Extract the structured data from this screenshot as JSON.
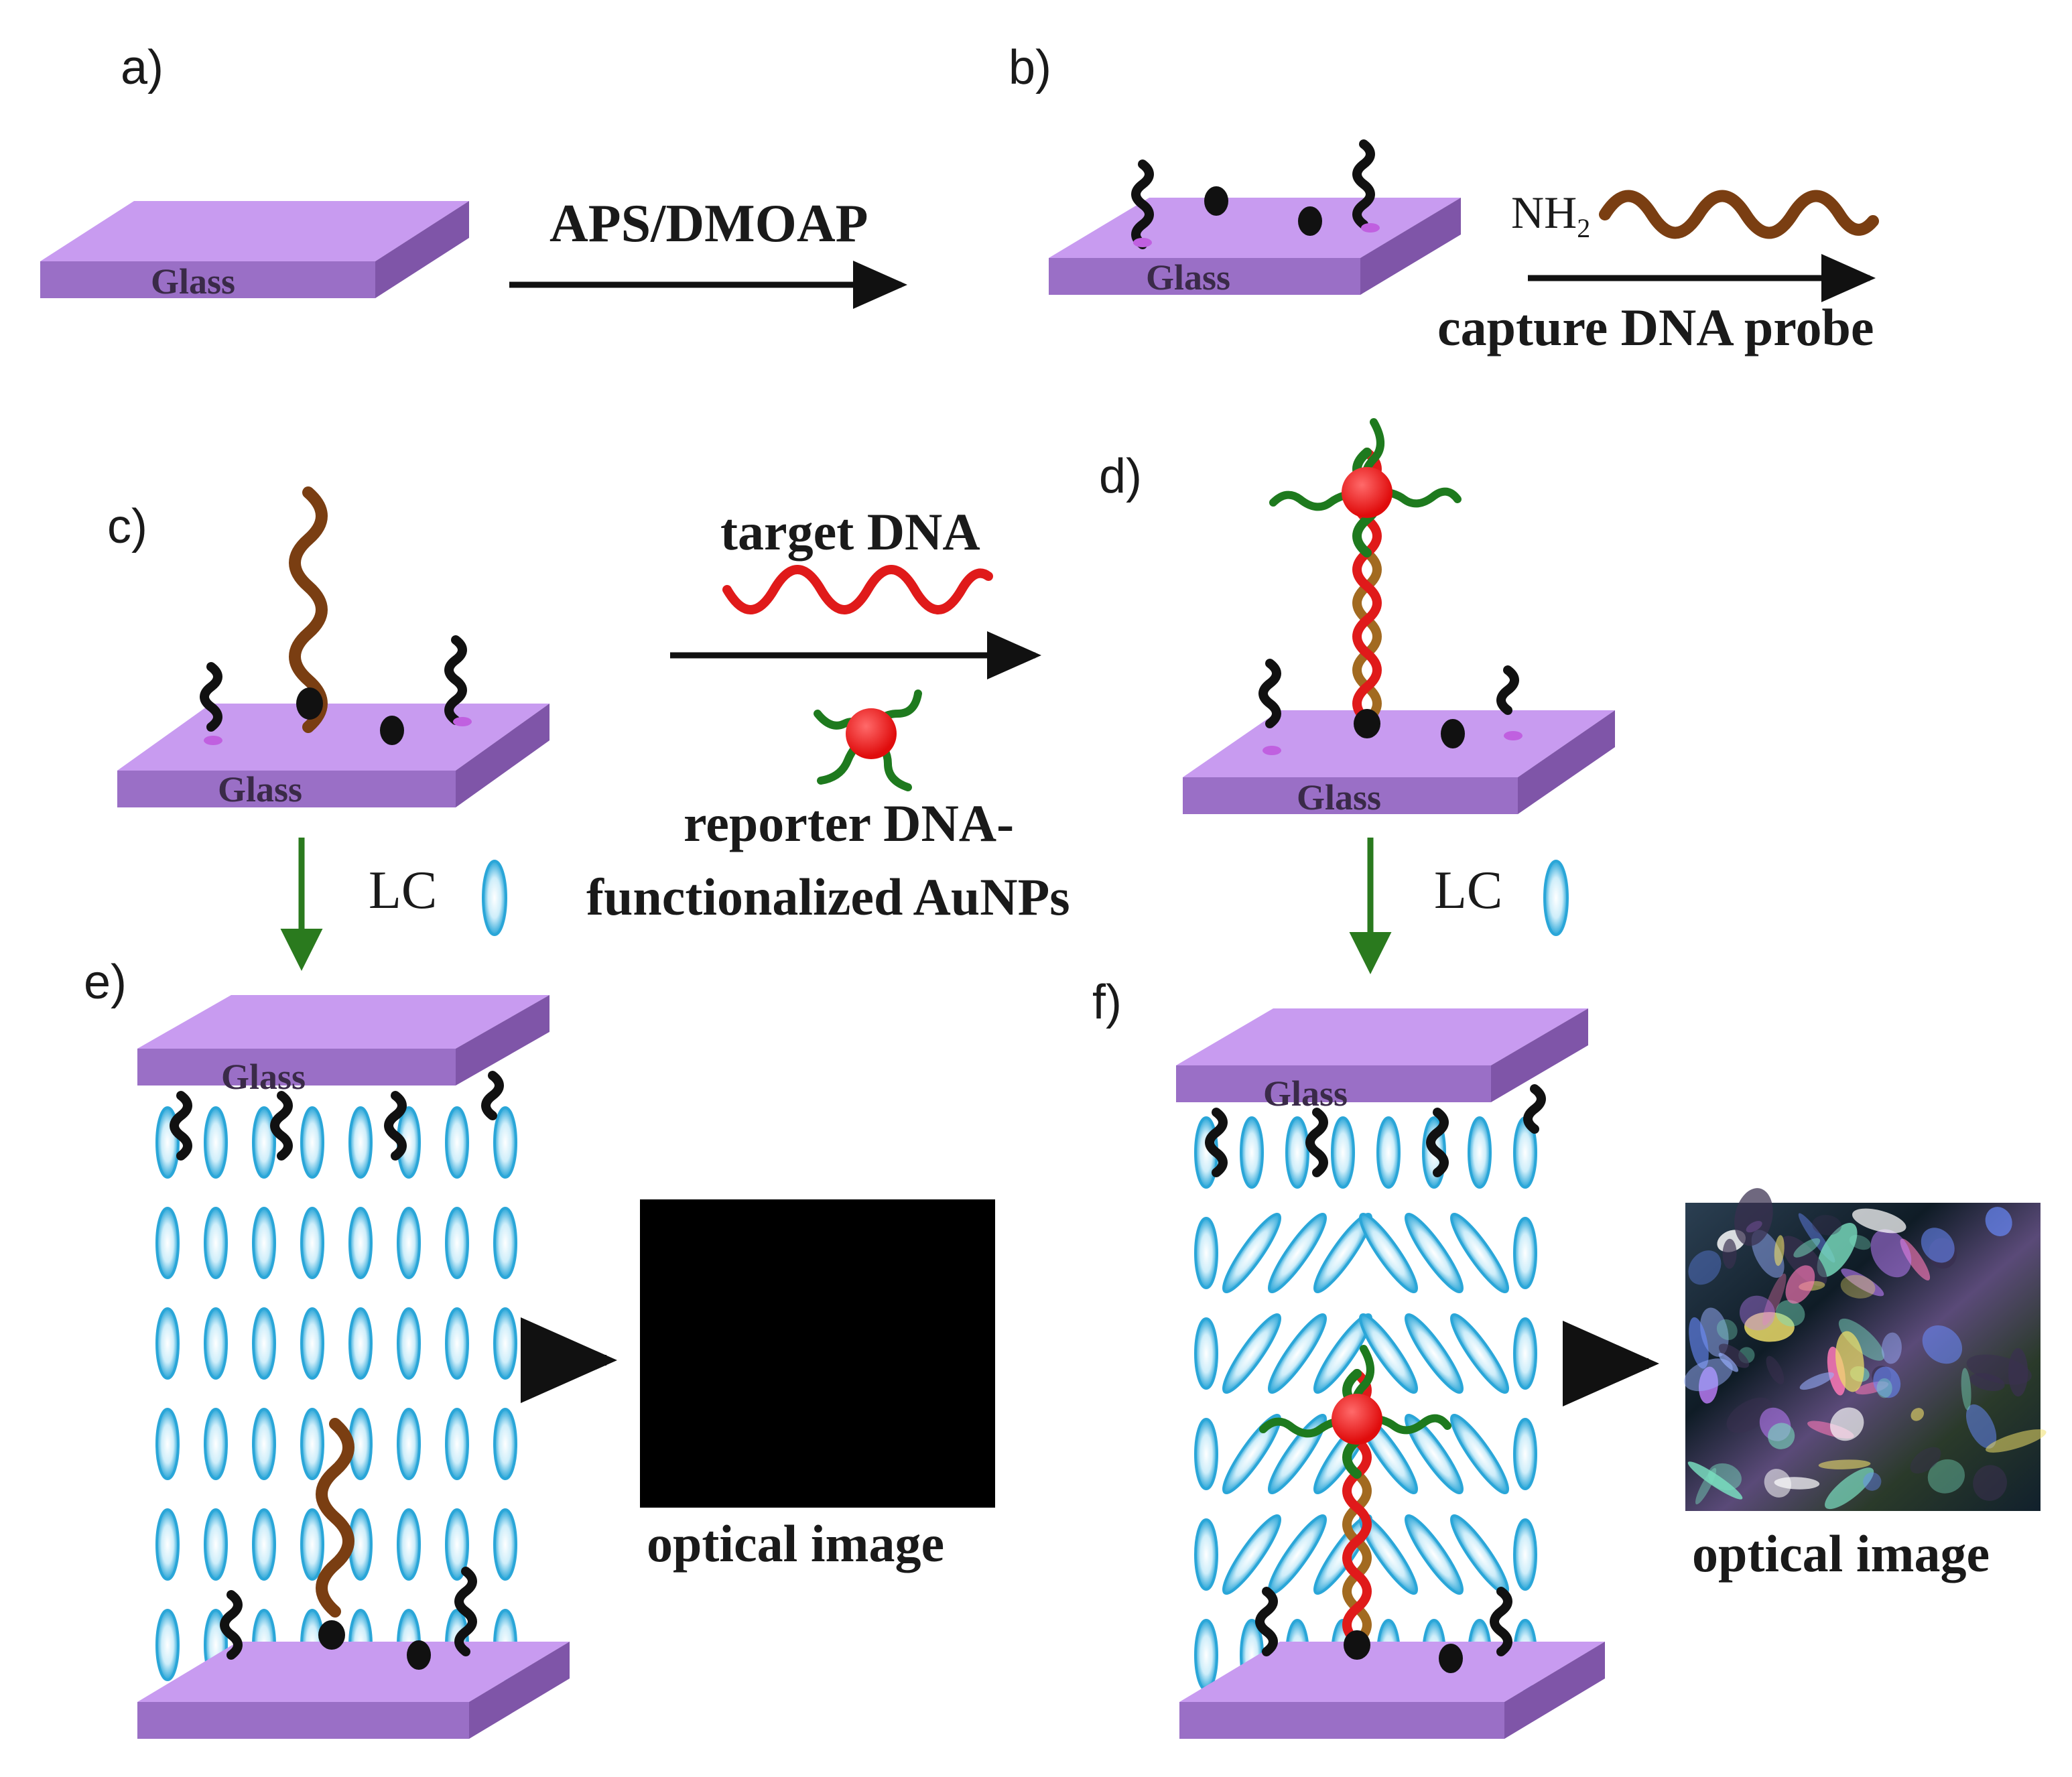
{
  "panels": {
    "a": "a)",
    "b": "b)",
    "c": "c)",
    "d": "d)",
    "e": "e)",
    "f": "f)"
  },
  "glass_label": "Glass",
  "steps": {
    "aps_dmoap": "APS/DMOAP",
    "nh2": "NH",
    "nh2_sub": "2",
    "capture_probe": "capture DNA probe",
    "target_dna": "target DNA",
    "reporter_line1": "reporter DNA-",
    "reporter_line2": "functionalized AuNPs",
    "lc": "LC",
    "optical_image": "optical image"
  },
  "colors": {
    "glass_top": "#c89bf0",
    "glass_front": "#9a6fc6",
    "glass_side": "#7f55a8",
    "capture_dna": "#7a3e12",
    "target_dna": "#e01a1a",
    "reporter_dna": "#1e7a1e",
    "aunp": "#ee1111",
    "lc_molecule": "#2aa6d8",
    "lc_arrow": "#2a7a1e",
    "dmoap": "#111111",
    "aps": "#111111"
  }
}
